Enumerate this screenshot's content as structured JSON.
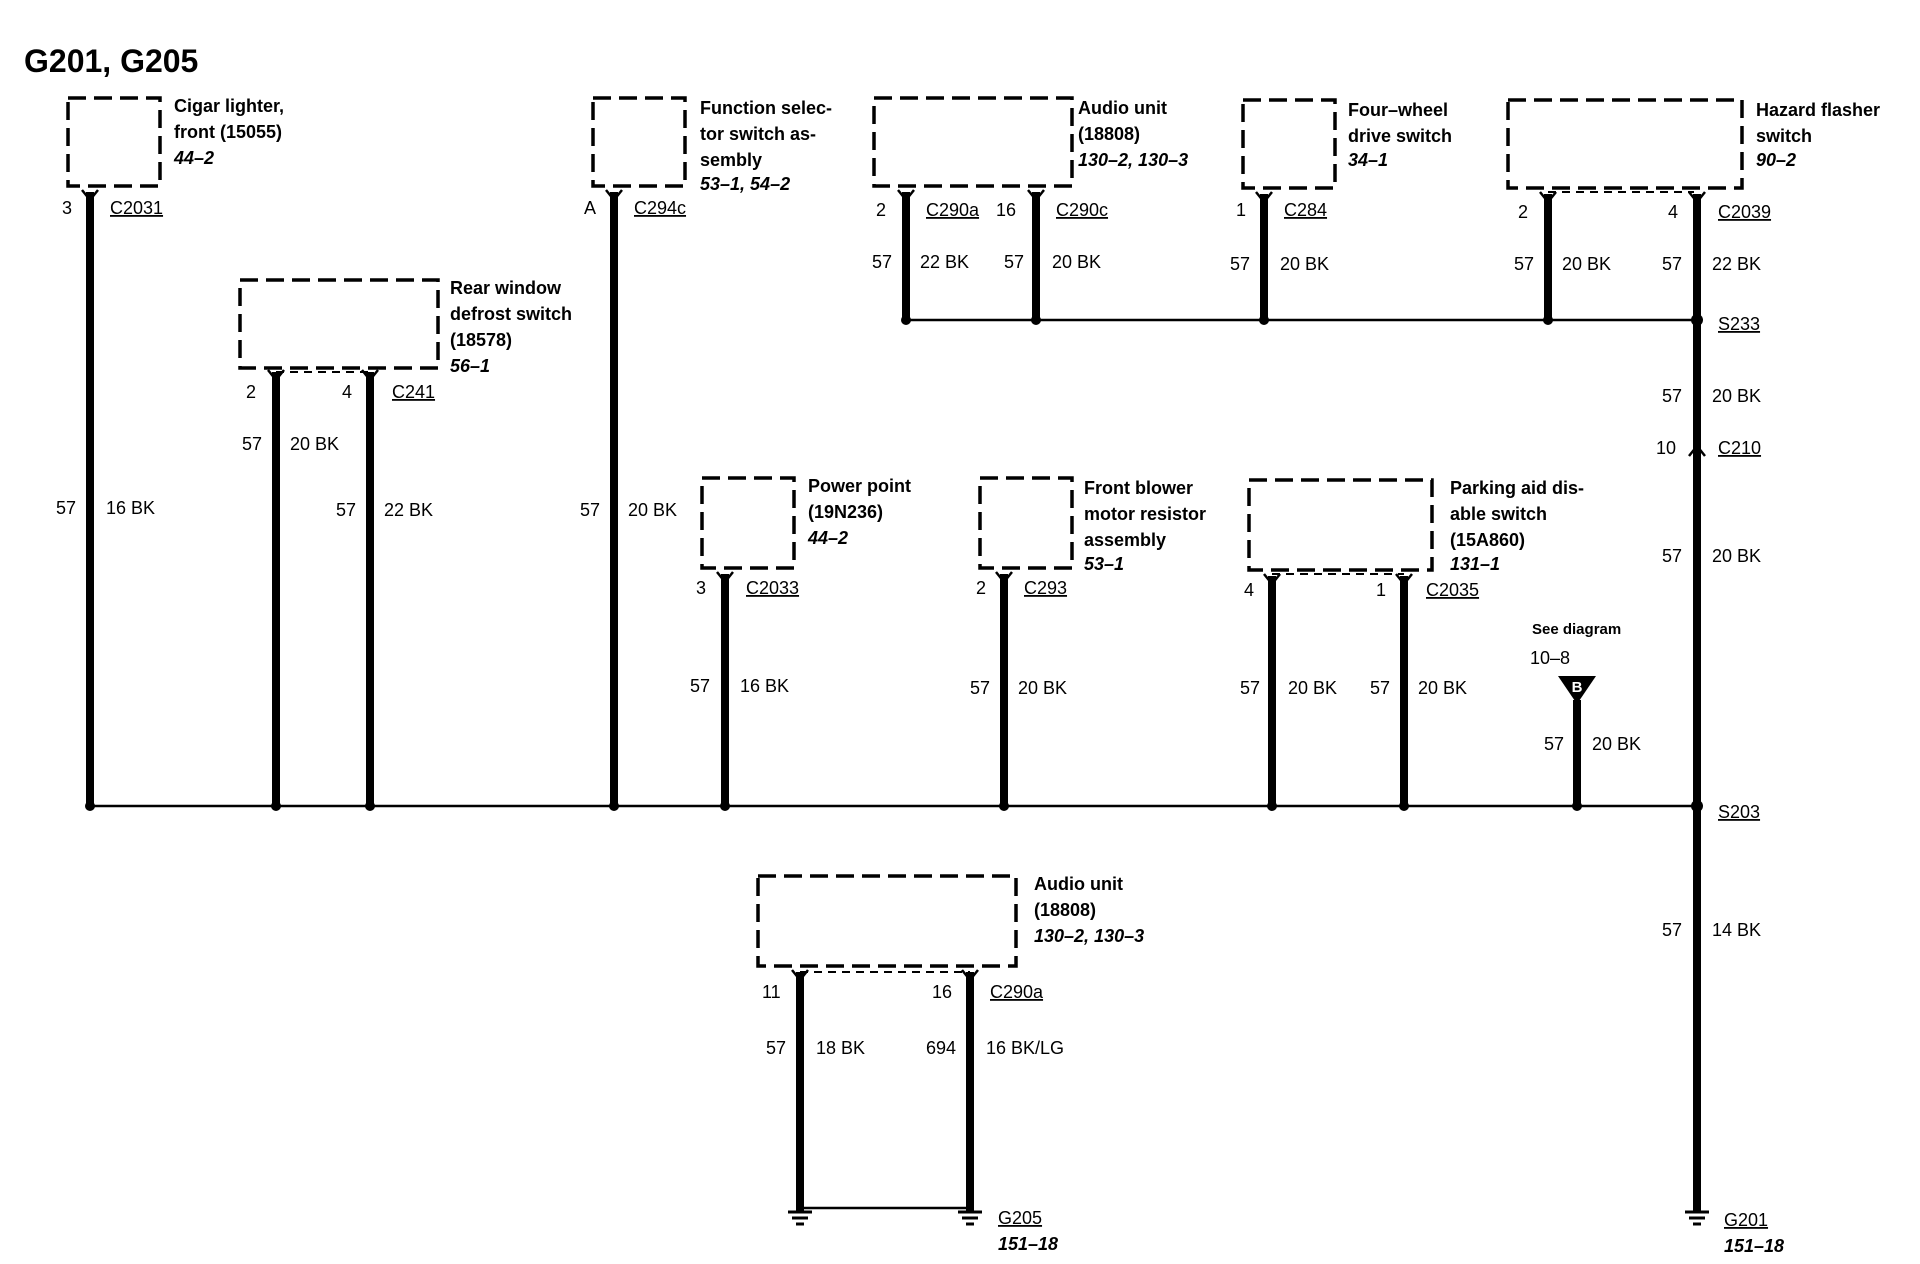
{
  "title": "G201, G205",
  "components": {
    "cigar": {
      "l1": "Cigar lighter,",
      "l2": "front (15055)",
      "ref": "44–2",
      "pin": "3",
      "conn": "C2031",
      "circuit": "57",
      "wire": "16 BK"
    },
    "rear_window": {
      "l1": "Rear window",
      "l2": "defrost switch",
      "l3": "(18578)",
      "ref": "56–1",
      "pin_a": "2",
      "pin_b": "4",
      "conn": "C241",
      "circuit_a": "57",
      "wire_a": "20 BK",
      "circuit_b": "57",
      "wire_b": "22 BK"
    },
    "function_sel": {
      "l1": "Function selec-",
      "l2": "tor switch as-",
      "l3": "sembly",
      "ref": "53–1, 54–2",
      "pin": "A",
      "conn": "C294c",
      "circuit": "57",
      "wire": "20 BK"
    },
    "audio_top": {
      "l1": "Audio unit",
      "l2": "(18808)",
      "ref": "130–2, 130–3",
      "pin_a": "2",
      "conn_a": "C290a",
      "pin_b": "16",
      "conn_b": "C290c",
      "circuit_a": "57",
      "wire_a": "22 BK",
      "circuit_b": "57",
      "wire_b": "20 BK"
    },
    "four_wheel": {
      "l1": "Four–wheel",
      "l2": "drive switch",
      "ref": "34–1",
      "pin": "1",
      "conn": "C284",
      "circuit": "57",
      "wire": "20 BK"
    },
    "hazard": {
      "l1": "Hazard flasher",
      "l2": "switch",
      "ref": "90–2",
      "pin_a": "2",
      "pin_b": "4",
      "conn": "C2039",
      "circuit_a": "57",
      "wire_a": "20 BK",
      "circuit_b": "57",
      "wire_b": "22 BK"
    },
    "power_point": {
      "l1": "Power point",
      "l2": "(19N236)",
      "ref": "44–2",
      "pin": "3",
      "conn": "C2033",
      "circuit": "57",
      "wire": "16 BK"
    },
    "blower": {
      "l1": "Front blower",
      "l2": "motor resistor",
      "l3": "assembly",
      "ref": "53–1",
      "pin": "2",
      "conn": "C293",
      "circuit": "57",
      "wire": "20 BK"
    },
    "parking": {
      "l1": "Parking aid dis-",
      "l2": "able switch",
      "l3": "(15A860)",
      "ref": "131–1",
      "pin_a": "4",
      "pin_b": "1",
      "conn": "C2035",
      "circuit_a": "57",
      "wire_a": "20 BK",
      "circuit_b": "57",
      "wire_b": "20 BK"
    },
    "audio_bottom": {
      "l1": "Audio unit",
      "l2": "(18808)",
      "ref": "130–2, 130–3",
      "pin_a": "11",
      "pin_b": "16",
      "conn": "C290a",
      "circuit_a": "57",
      "wire_a": "18 BK",
      "circuit_b": "694",
      "wire_b": "16 BK/LG"
    }
  },
  "right_trunk": {
    "s233": "S233",
    "seg1_circuit": "57",
    "seg1_wire": "20 BK",
    "c210_pin": "10",
    "c210": "C210",
    "seg2_circuit": "57",
    "seg2_wire": "20 BK",
    "s203": "S203",
    "seg3_circuit": "57",
    "seg3_wire": "14 BK"
  },
  "see_diagram": {
    "label": "See diagram",
    "ref": "10–8",
    "badge": "B",
    "circuit": "57",
    "wire": "20 BK"
  },
  "grounds": {
    "g205": "G205",
    "g205_ref": "151–18",
    "g201": "G201",
    "g201_ref": "151–18"
  }
}
